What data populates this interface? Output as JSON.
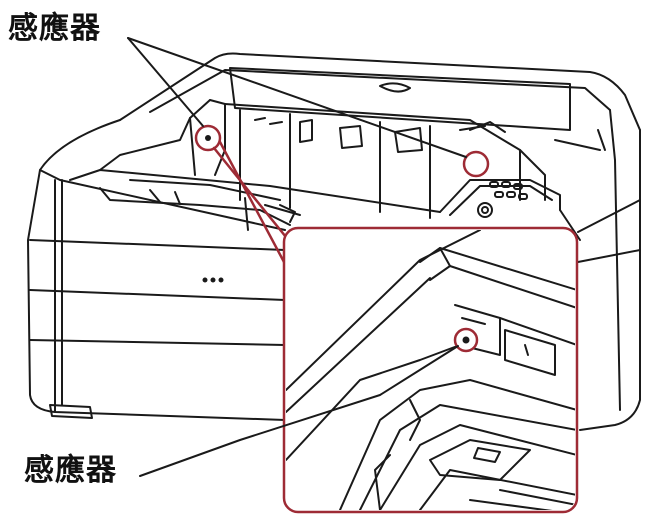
{
  "labels": {
    "top": "感應器",
    "bottom": "感應器"
  },
  "colors": {
    "line": "#1a1a1a",
    "callout": "#9e2b35",
    "background": "#ffffff"
  },
  "icons": {
    "device": "scanner-illustration",
    "sensor": "sensor-icon"
  }
}
